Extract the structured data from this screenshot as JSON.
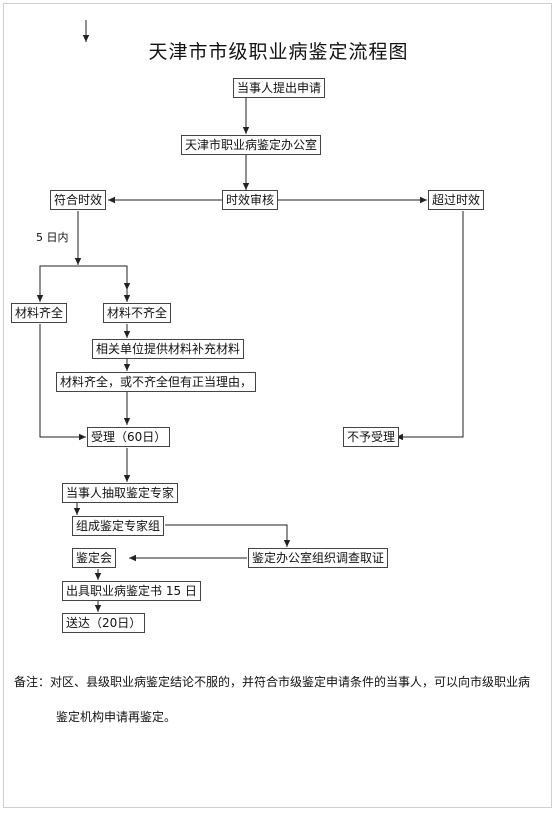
{
  "marker": "↓",
  "title": "天津市市级职业病鉴定流程图",
  "nodes": {
    "apply": "当事人提出申请",
    "office": "天津市职业病鉴定办公室",
    "review": "时效审核",
    "in_time": "符合时效",
    "overdue": "超过时效",
    "complete": "材料齐全",
    "incomplete": "材料不齐全",
    "supplement": "相关单位提供材料补充材料",
    "justified": "材料齐全，或不齐全但有正当理由，",
    "accept": "受理（60日）",
    "reject": "不予受理",
    "draw": "当事人抽取鉴定专家",
    "form_group": "组成鉴定专家组",
    "investigate": "鉴定办公室组织调查取证",
    "meeting": "鉴定会",
    "issue": "出具职业病鉴定书 15 日",
    "deliver": "送达（20日）"
  },
  "labels": {
    "five_days": "5 日内"
  },
  "note": {
    "line1": "备注：对区、县级职业病鉴定结论不服的，并符合市级鉴定申请条件的当事人，可以向市级职业病",
    "line2": "鉴定机构申请再鉴定。"
  }
}
